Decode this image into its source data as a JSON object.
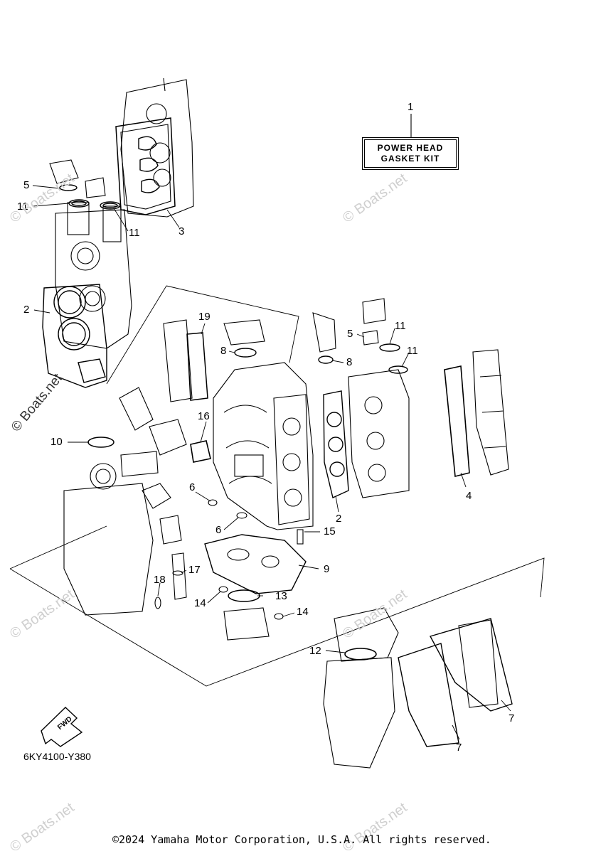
{
  "kit_label": {
    "line1": "POWER HEAD",
    "line2": "GASKET KIT"
  },
  "diagram_code": "6KY4100-Y380",
  "fwd_label": "FWD",
  "copyright": "©2024 Yamaha Motor Corporation, U.S.A. All rights reserved.",
  "watermark": "© Boats.net",
  "callouts": {
    "c1": "1",
    "c2a": "2",
    "c2b": "2",
    "c3": "3",
    "c4": "4",
    "c5a": "5",
    "c5b": "5",
    "c6a": "6",
    "c6b": "6",
    "c7a": "7",
    "c7b": "7",
    "c8a": "8",
    "c8b": "8",
    "c9": "9",
    "c10": "10",
    "c11a": "11",
    "c11b": "11",
    "c11c": "11",
    "c11d": "11",
    "c12": "12",
    "c13": "13",
    "c14a": "14",
    "c14b": "14",
    "c15": "15",
    "c16": "16",
    "c17": "17",
    "c18": "18",
    "c19": "19"
  }
}
